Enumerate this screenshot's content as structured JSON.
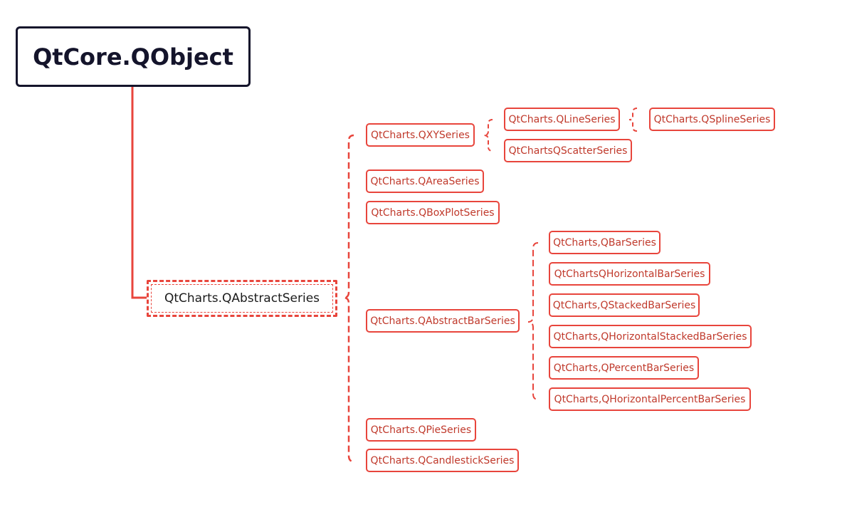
{
  "diagram": {
    "root": "QtCore.QObject",
    "abstract_series": "QtCharts.QAbstractSeries",
    "series": [
      "QtCharts.QXYSeries",
      "QtCharts.QAreaSeries",
      "QtCharts.QBoxPlotSeries",
      "QtCharts.QAbstractBarSeries",
      "QtCharts.QPieSeries",
      "QtCharts.QCandlestickSeries"
    ],
    "xy_series": [
      "QtCharts.QLineSeries",
      "QtChartsQScatterSeries"
    ],
    "line_series": [
      "QtCharts.QSplineSeries"
    ],
    "bar_series": [
      "QtCharts,QBarSeries",
      "QtChartsQHorizontalBarSeries",
      "QtCharts,QStackedBarSeries",
      "QtCharts,QHorizontalStackedBarSeries",
      "QtCharts,QPercentBarSeries",
      "QtCharts,QHorizontalPercentBarSeries"
    ]
  },
  "colors": {
    "line": "#e8453c",
    "root_border": "#14142b",
    "leaf_text": "#c0392b"
  }
}
